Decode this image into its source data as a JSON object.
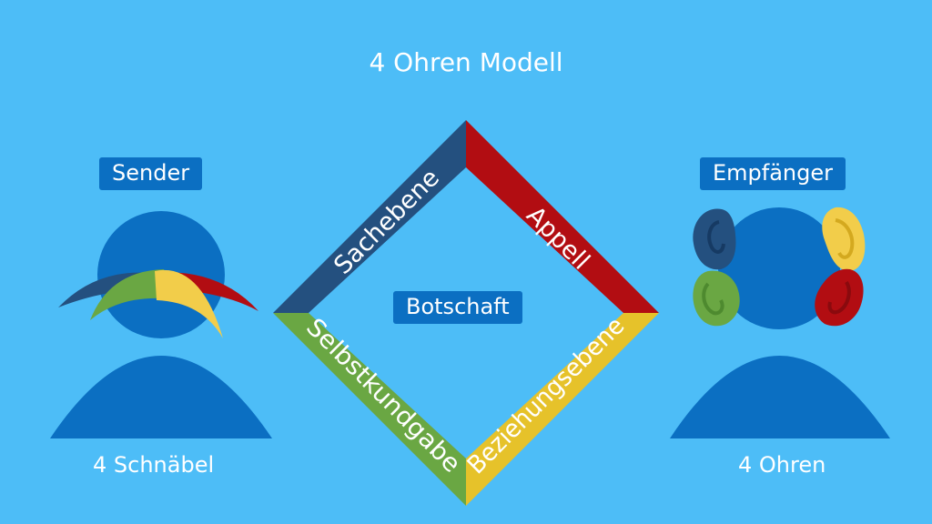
{
  "title": "4 Ohren Modell",
  "center_label": "Botschaft",
  "sender": {
    "label": "Sender",
    "caption": "4 Schnäbel"
  },
  "receiver": {
    "label": "Empfänger",
    "caption": "4 Ohren"
  },
  "levels": [
    {
      "label": "Sachebene",
      "color": "#24507f"
    },
    {
      "label": "Appell",
      "color": "#b20d12"
    },
    {
      "label": "Beziehungsebene",
      "color": "#e6c22a"
    },
    {
      "label": "Selbstkundgabe",
      "color": "#6aa743"
    }
  ],
  "colors": {
    "background": "#4dbdf7",
    "figure": "#0b6fc2",
    "text": "#ffffff"
  }
}
